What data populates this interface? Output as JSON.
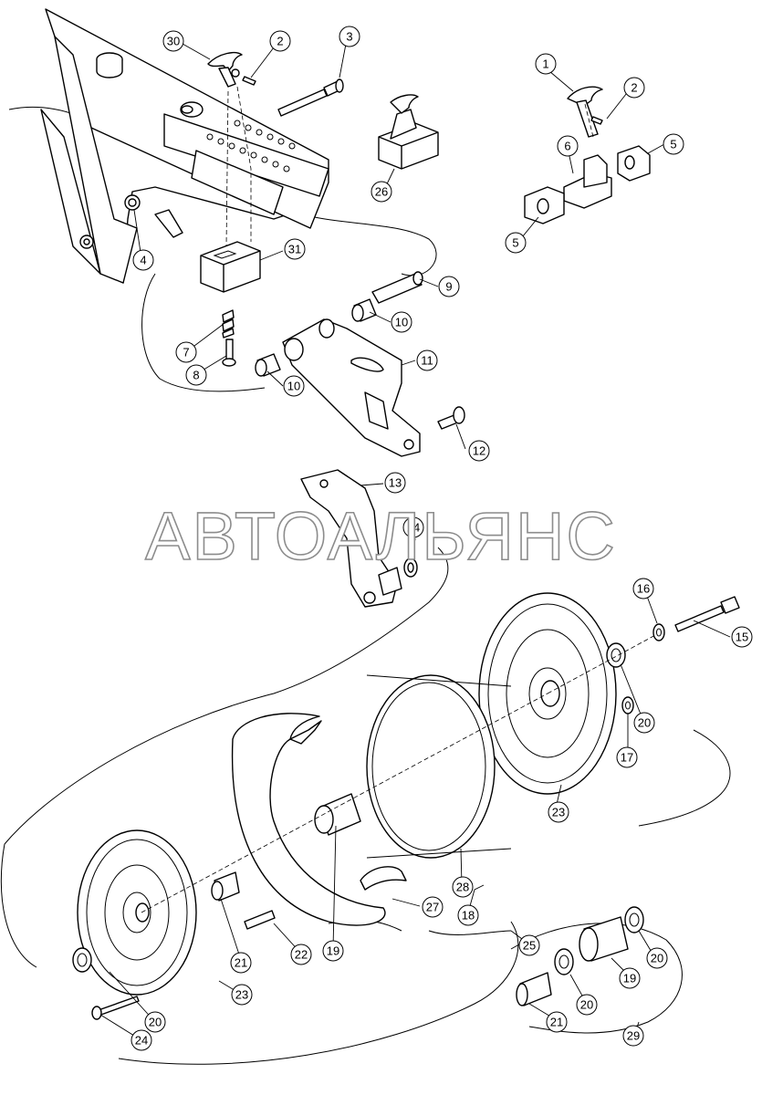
{
  "watermark": {
    "text": "АВТОАЛЬЯНС"
  },
  "callouts": [
    {
      "id": "c30a",
      "label": "30"
    },
    {
      "id": "c2a",
      "label": "2"
    },
    {
      "id": "c3",
      "label": "3"
    },
    {
      "id": "c1",
      "label": "1"
    },
    {
      "id": "c2b",
      "label": "2"
    },
    {
      "id": "c6",
      "label": "6"
    },
    {
      "id": "c5a",
      "label": "5"
    },
    {
      "id": "c5b",
      "label": "5"
    },
    {
      "id": "c26",
      "label": "26"
    },
    {
      "id": "c4",
      "label": "4"
    },
    {
      "id": "c31",
      "label": "31"
    },
    {
      "id": "c9",
      "label": "9"
    },
    {
      "id": "c10a",
      "label": "10"
    },
    {
      "id": "c7",
      "label": "7"
    },
    {
      "id": "c8",
      "label": "8"
    },
    {
      "id": "c11",
      "label": "11"
    },
    {
      "id": "c10b",
      "label": "10"
    },
    {
      "id": "c12",
      "label": "12"
    },
    {
      "id": "c13",
      "label": "13"
    },
    {
      "id": "c14",
      "label": "14"
    },
    {
      "id": "c16",
      "label": "16"
    },
    {
      "id": "c15",
      "label": "15"
    },
    {
      "id": "c20a",
      "label": "20"
    },
    {
      "id": "c17",
      "label": "17"
    },
    {
      "id": "c23a",
      "label": "23"
    },
    {
      "id": "c28",
      "label": "28"
    },
    {
      "id": "c27",
      "label": "27"
    },
    {
      "id": "c18",
      "label": "18"
    },
    {
      "id": "c19a",
      "label": "19"
    },
    {
      "id": "c21a",
      "label": "21"
    },
    {
      "id": "c22",
      "label": "22"
    },
    {
      "id": "c23b",
      "label": "23"
    },
    {
      "id": "c20b",
      "label": "20"
    },
    {
      "id": "c24",
      "label": "24"
    },
    {
      "id": "c25",
      "label": "25"
    },
    {
      "id": "c20c",
      "label": "20"
    },
    {
      "id": "c19b",
      "label": "19"
    },
    {
      "id": "c20d",
      "label": "20"
    },
    {
      "id": "c21b",
      "label": "21"
    },
    {
      "id": "c29",
      "label": "29"
    }
  ]
}
